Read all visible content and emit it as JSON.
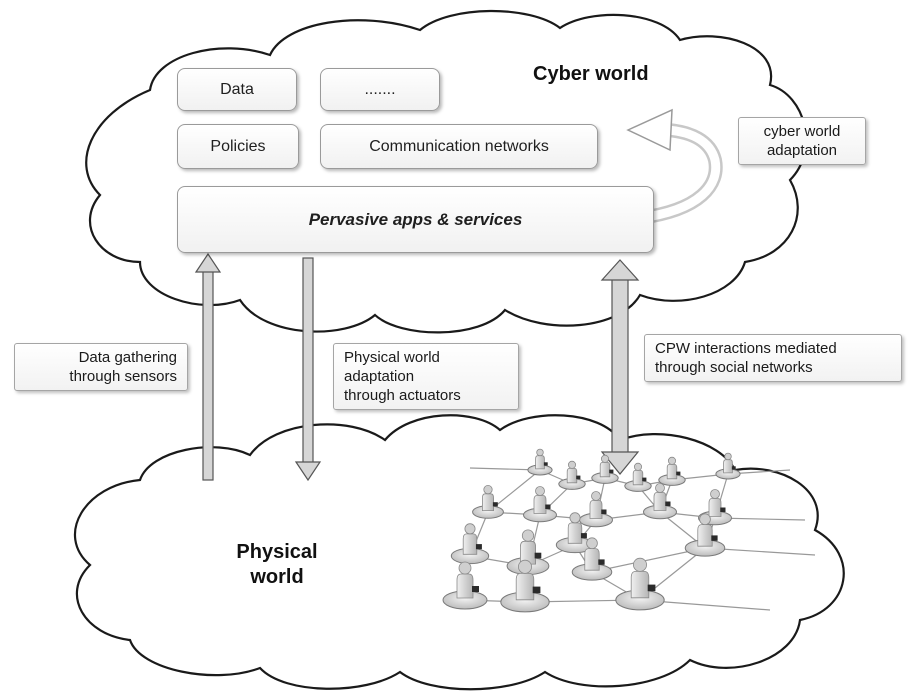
{
  "cyber_world": {
    "title": "Cyber world",
    "boxes": {
      "data": "Data",
      "ellipsis": ".......",
      "policies": "Policies",
      "communication": "Communication networks",
      "services": "Pervasive apps & services"
    },
    "adaptation_label": [
      "cyber world",
      "adaptation"
    ]
  },
  "physical_world": {
    "title": [
      "Physical",
      "world"
    ]
  },
  "flows": {
    "data_gathering": [
      "Data gathering",
      "through sensors"
    ],
    "physical_adaptation": [
      "Physical world",
      "adaptation",
      "through actuators"
    ],
    "cpw_interactions": [
      "CPW interactions mediated",
      "through social networks"
    ]
  },
  "colors": {
    "cloud_stroke": "#1a1a1a",
    "cloud_fill": "#ffffff",
    "arrow_fill": "#d6d6d6",
    "arrow_stroke": "#555555",
    "box_border": "#9a9a9a",
    "people_figure": "#cfcfcf",
    "briefcase": "#2b2b2b",
    "network_line": "#999999"
  },
  "icons": {
    "people_network": "social-network-people-illustration",
    "adaptation_arrow": "curved-arrow"
  }
}
